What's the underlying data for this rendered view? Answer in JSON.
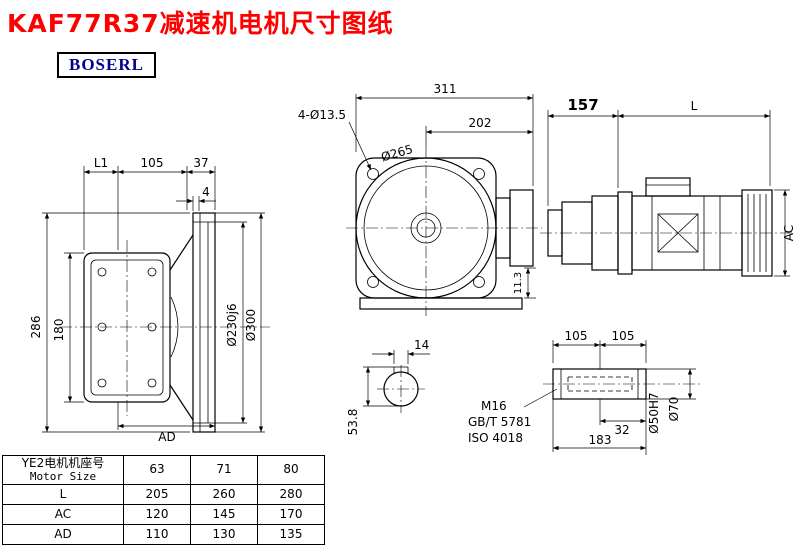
{
  "title": "KAF77R37减速机电机尺寸图纸",
  "logo": "BOSERL",
  "views": {
    "side": {
      "dim_L1": "L1",
      "dim_105": "105",
      "dim_37": "37",
      "dim_4": "4",
      "dim_286": "286",
      "dim_180": "180",
      "dim_AD": "AD",
      "dim_230": "Ø230j6",
      "dim_300": "Ø300"
    },
    "front": {
      "dim_311": "311",
      "dim_202": "202",
      "dim_holes": "4-Ø13.5",
      "dim_265": "Ø265",
      "dim_113": "11.3"
    },
    "motor": {
      "dim_157": "157",
      "dim_L": "L",
      "dim_AC": "AC"
    },
    "shaft_end": {
      "dim_14": "14",
      "dim_538": "53.8"
    },
    "shaft_detail": {
      "dim_105a": "105",
      "dim_105b": "105",
      "dim_32": "32",
      "dim_183": "183",
      "dim_50": "Ø50H7",
      "dim_70": "Ø70",
      "thread": "M16",
      "std1": "GB/T 5781",
      "std2": "ISO 4018"
    }
  },
  "table": {
    "row_header_line1": "YE2电机机座号",
    "row_header_line2": "Motor Size",
    "sizes": [
      "63",
      "71",
      "80"
    ],
    "rows": [
      {
        "label": "L",
        "values": [
          "205",
          "260",
          "280"
        ]
      },
      {
        "label": "AC",
        "values": [
          "120",
          "145",
          "170"
        ]
      },
      {
        "label": "AD",
        "values": [
          "110",
          "130",
          "135"
        ]
      }
    ]
  }
}
